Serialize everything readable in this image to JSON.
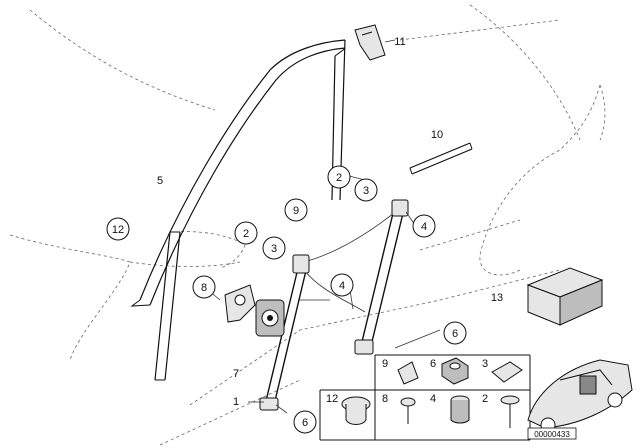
{
  "callouts": {
    "c1": "1",
    "c2a": "2",
    "c2b": "2",
    "c3a": "3",
    "c3b": "3",
    "c4a": "4",
    "c4b": "4",
    "c5": "5",
    "c6a": "6",
    "c6b": "6",
    "c7": "7",
    "c8": "8",
    "c9": "9",
    "c10": "10",
    "c11": "11",
    "c12": "12",
    "c13": "13"
  },
  "table": {
    "r1": [
      "9",
      "6",
      "3"
    ],
    "r2": [
      "12",
      "8",
      "4",
      "2"
    ]
  },
  "ref_code": "00000433"
}
